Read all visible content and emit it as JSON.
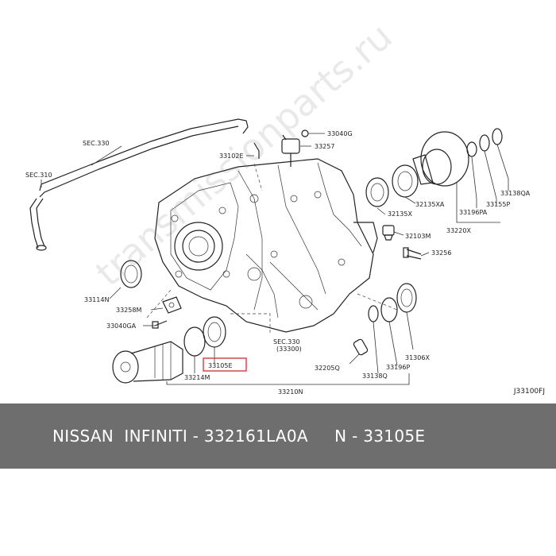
{
  "labels": {
    "sec330_top": "SEC.330",
    "sec310": "SEC.310",
    "p33040G_top": "33040G",
    "p33257": "33257",
    "p33102E": "33102E",
    "p32135XA": "32135XA",
    "p33196PA": "33196PA",
    "p33155P": "33155P",
    "p33138QA": "33138QA",
    "p32135X": "32135X",
    "p33220X": "33220X",
    "p32103M": "32103M",
    "p33256": "33256",
    "p33114N": "33114N",
    "p33258M": "33258M",
    "p33040GA": "33040GA",
    "sec330_mid": "SEC.330",
    "sec330_mid_sub": "(33300)",
    "p33105E": "33105E",
    "p33214M": "33214M",
    "p32205Q": "32205Q",
    "p33138Q": "33138Q",
    "p33196P": "33196P",
    "p31306X": "31306X",
    "p33210N": "33210N"
  },
  "diagram_code": "J33100FJ",
  "banner": "NISSAN  INFINITI - 332161LA0A     N - 33105E",
  "watermark": "transmissionparts.ru",
  "colors": {
    "highlight": "#e8323c",
    "banner_bg": "#6e6e6e",
    "banner_text": "#ffffff"
  }
}
